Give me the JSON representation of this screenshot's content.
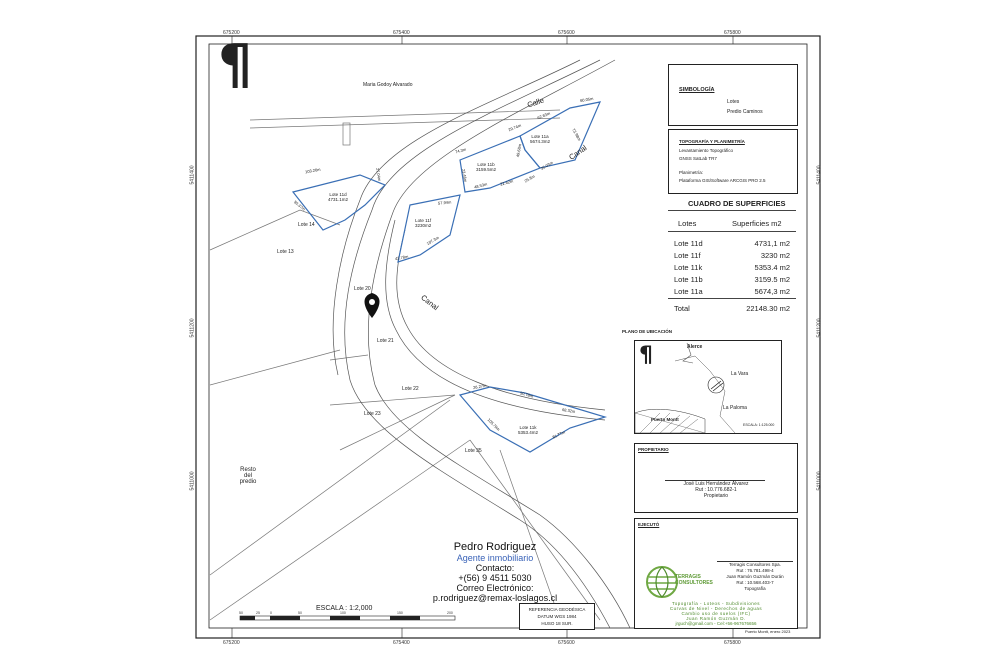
{
  "map": {
    "top_coords": [
      "675200",
      "675400",
      "675600",
      "675800"
    ],
    "bottom_coords": [
      "675200",
      "675400",
      "675600",
      "675800"
    ],
    "left_coords": [
      "5411400",
      "5411200",
      "5411000"
    ],
    "right_coords": [
      "5411400",
      "5411200",
      "5411000"
    ],
    "neighbor_label": "Maria Godoy Alvarado",
    "road_label": "Calle",
    "canal_label_1": "Canal",
    "canal_label_2": "Canal",
    "parcels": [
      {
        "name": "Lote 11a",
        "area": "5674.3m2"
      },
      {
        "name": "Lote 11b",
        "area": "3159.5m2"
      },
      {
        "name": "Lote 11d",
        "area": "4731.1m2"
      },
      {
        "name": "Lote 11f",
        "area": "3230m2"
      },
      {
        "name": "Lote 11k",
        "area": "5353.4m2"
      }
    ],
    "lots": [
      "Lote 14",
      "Lote 13",
      "Lote 20",
      "Lote 21",
      "Lote 22",
      "Lote 23",
      "Lote 35"
    ],
    "rest_label": [
      "Resto",
      "del",
      "predio"
    ],
    "dims": [
      "60.05m",
      "29.74m",
      "62.63m",
      "73.98m",
      "49.68m",
      "103.26m",
      "74.3m",
      "27.04m",
      "50.37m",
      "23.46m",
      "57.94m",
      "48.53m",
      "22.62m",
      "25.8m",
      "35.03m",
      "107.3m",
      "42.78m",
      "26.27m",
      "50.78m",
      "68.32m",
      "105.79m",
      "81.77m"
    ]
  },
  "north_symbol": "¶",
  "legend": {
    "title": "SIMBOLOGÍA",
    "items": [
      "Lotes",
      "Predio Caminos"
    ],
    "colors": {
      "lotes": "#3a6fb5",
      "caminos": "#555555"
    }
  },
  "survey": {
    "title": "TOPOGRAFÍA Y PLANIMETRÍA",
    "line1": "Levantamiento Topográfico",
    "line2": "GNSS SatLab TR7",
    "line3": "Planimetría:",
    "line4": "Plataforma GIS/Software ARCGIS PRO 2.5"
  },
  "areas_table": {
    "title": "CUADRO DE SUPERFICIES",
    "col1": "Lotes",
    "col2": "Superficies m2",
    "rows": [
      {
        "lote": "Lote 11d",
        "sup": "4731,1 m2"
      },
      {
        "lote": "Lote 11f",
        "sup": "3230 m2"
      },
      {
        "lote": "Lote 11k",
        "sup": "5353.4 m2"
      },
      {
        "lote": "Lote 11b",
        "sup": "3159.5 m2"
      },
      {
        "lote": "Lote 11a",
        "sup": "5674,3 m2"
      }
    ],
    "total_label": "Total",
    "total_value": "22148.30 m2"
  },
  "location_map": {
    "title": "PLANO DE UBICACIÓN",
    "labels": [
      "Alerce",
      "La Vara",
      "La Paloma",
      "Puerto Montt"
    ],
    "scale": "ESCALA: 1:125.000"
  },
  "owner": {
    "title": "PROPIETARIO",
    "name": "José Luis Hernández Álvarez",
    "rut": "Rut : 10.776.682-1",
    "role": "Propietario"
  },
  "executed": {
    "title": "EJECUTÓ",
    "company": "Terragis Consultores Spa.",
    "company_rut": "Rut : 76.781.498-4",
    "person": "Juan Ramón Guzmán Durán",
    "person_rut": "Rut : 10.568.403-7",
    "role": "Topografía",
    "logo_text1": "TERRAGIS",
    "logo_text2": "CONSULTORES",
    "services": [
      "Topografía - Loteos - Subdivisiones",
      "Curvas de Nivel - Derechos de aguas",
      "Cambio uso de suelos (IFC)",
      "Juan Ramón Guzmán D.",
      "jrguch@gmail.com - Cel:+56-967676656"
    ],
    "date": "Puerto Montt, enero 2023"
  },
  "agent": {
    "name": "Pedro Rodriguez",
    "title": "Agente inmobiliario",
    "contact_label": "Contacto:",
    "phone": "+(56) 9 4511 5030",
    "email_label": "Correo Electrónico:",
    "email": "p.rodriguez@remax-loslagos.cl"
  },
  "scale": {
    "label": "ESCALA : 1:2,000",
    "ticks": [
      "50",
      "25",
      "0",
      "50",
      "100",
      "150",
      "200"
    ]
  },
  "geodesic": {
    "line1": "REFERENCIA GEODÉSICA",
    "line2": "DATUM WGS 1984",
    "line3": "HUSO 18 SUR."
  }
}
